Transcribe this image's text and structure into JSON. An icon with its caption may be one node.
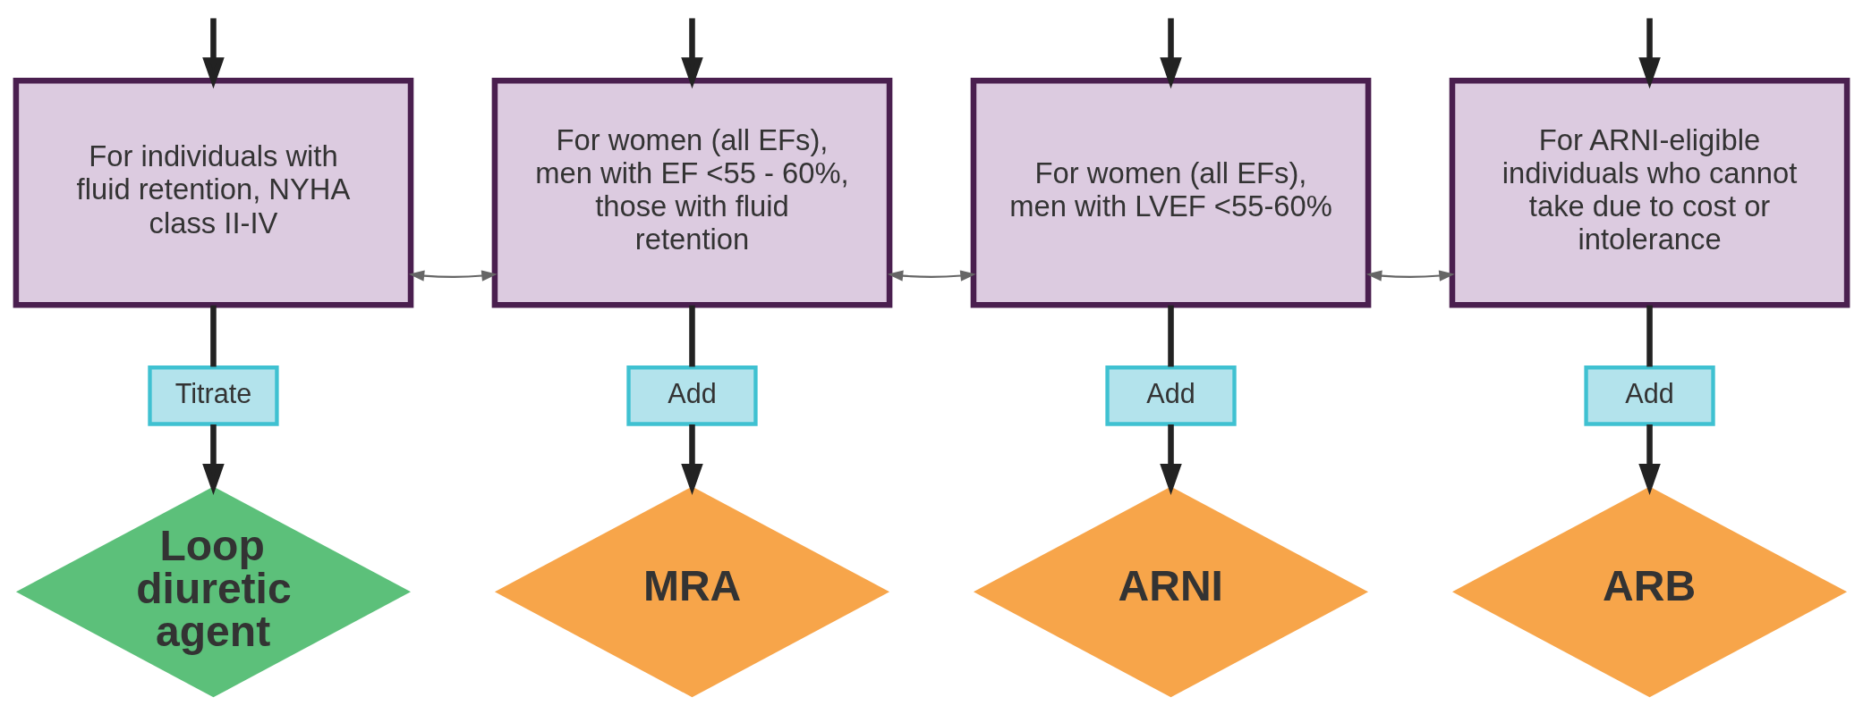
{
  "diagram": {
    "nodes": [
      {
        "text": [
          "For individuals with fluid retention, NYHA class II-IV"
        ]
      },
      {
        "text": [
          "For women (all EFs), men with EF <55 - 60%, those with fluid retention"
        ]
      },
      {
        "text": [
          "For women (all EFs), men with LVEF <55-60%"
        ]
      },
      {
        "text": [
          "For ARNI-eligible individuals who cannot take due to cost or intolerance"
        ]
      },
      {
        "text": [
          "Titrate"
        ]
      },
      {
        "text": [
          "Add"
        ]
      },
      {
        "text": [
          "Add"
        ]
      },
      {
        "text": [
          "Add"
        ]
      },
      {
        "text": [
          "Loop diuretic agent"
        ]
      },
      {
        "text": [
          "MRA"
        ]
      },
      {
        "text": [
          "ARNI"
        ]
      },
      {
        "text": [
          "ARB"
        ]
      }
    ],
    "edges": [
      {
        "from": null,
        "to": 0,
        "arrow": "to"
      },
      {
        "from": null,
        "to": 1,
        "arrow": "to"
      },
      {
        "from": null,
        "to": 2,
        "arrow": "to"
      },
      {
        "from": null,
        "to": 3,
        "arrow": "to"
      },
      {
        "from": 0,
        "to": 1,
        "arrow": "both",
        "color": "#666666"
      },
      {
        "from": 1,
        "to": 2,
        "arrow": "both",
        "color": "#666666"
      },
      {
        "from": 2,
        "to": 3,
        "arrow": "both",
        "color": "#666666"
      },
      {
        "from": 0,
        "to": 4,
        "arrow": "none"
      },
      {
        "from": 1,
        "to": 5,
        "arrow": "none"
      },
      {
        "from": 2,
        "to": 6,
        "arrow": "none"
      },
      {
        "from": 3,
        "to": 7,
        "arrow": "none"
      },
      {
        "from": 4,
        "to": 8,
        "arrow": "to"
      },
      {
        "from": 5,
        "to": 9,
        "arrow": "to"
      },
      {
        "from": 6,
        "to": 10,
        "arrow": "to"
      },
      {
        "from": 7,
        "to": 11,
        "arrow": "to"
      }
    ]
  }
}
